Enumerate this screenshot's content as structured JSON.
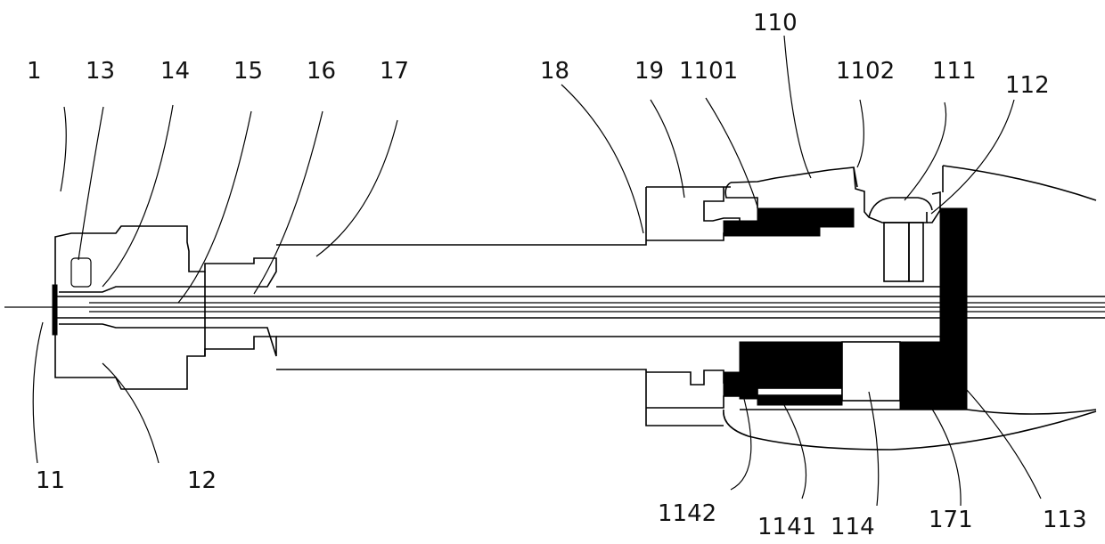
{
  "labels": {
    "l1": "1",
    "l13": "13",
    "l14": "14",
    "l15": "15",
    "l16": "16",
    "l17": "17",
    "l18": "18",
    "l19": "19",
    "l1101": "1101",
    "l110": "110",
    "l1102": "1102",
    "l111": "111",
    "l112": "112",
    "l11": "11",
    "l12": "12",
    "l1142": "1142",
    "l1141": "1141",
    "l114": "114",
    "l171": "171",
    "l113": "113"
  },
  "colors": {
    "line": "#000000",
    "fill_dark": "#000000",
    "background": "#ffffff"
  }
}
